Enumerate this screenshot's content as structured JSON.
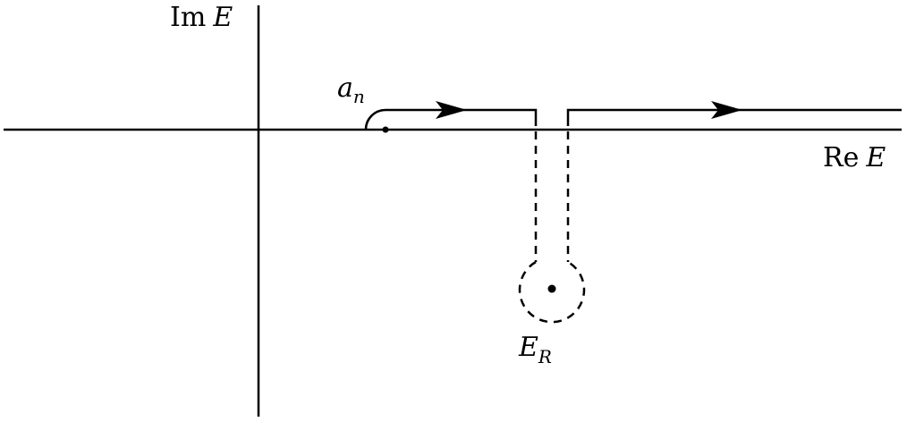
{
  "axes": {
    "y_label_main": "Im",
    "y_label_var": "E",
    "x_label_main": "Re",
    "x_label_var": "E"
  },
  "points": {
    "threshold_main": "a",
    "threshold_sub": "n",
    "resonance_main": "E",
    "resonance_sub": "R"
  }
}
